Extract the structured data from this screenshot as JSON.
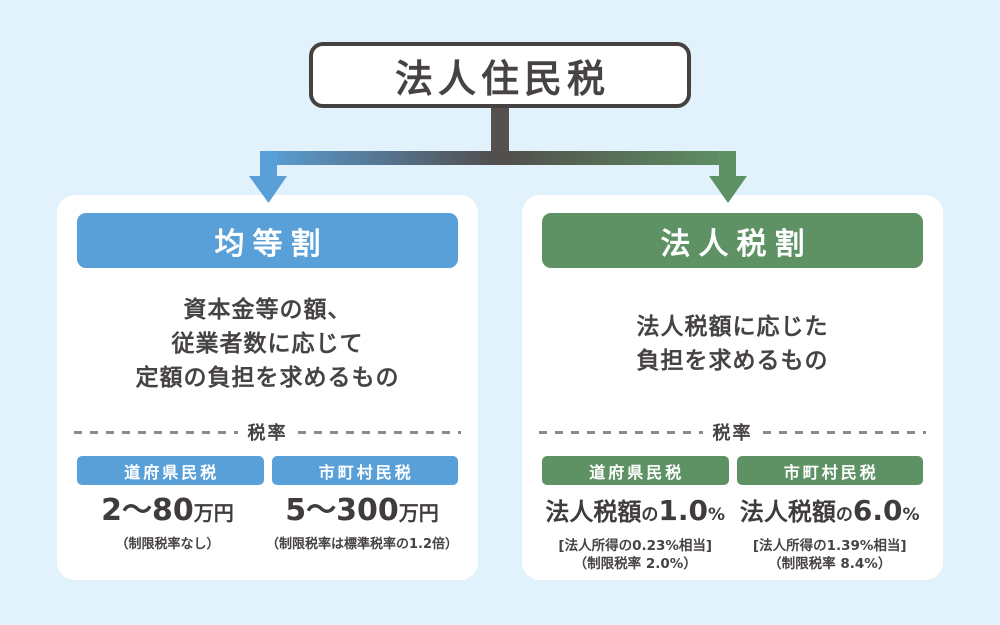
{
  "title": "法人住民税",
  "colors": {
    "background": "#e2f2fc",
    "card_background": "#ffffff",
    "accent_blue": "#5aa0d8",
    "accent_green": "#5e9264",
    "connector_dark": "#565150",
    "text_dark": "#474343",
    "dash_gray": "#8a8a8a"
  },
  "cards": [
    {
      "id": "kintowari",
      "header": "均等割",
      "description_lines": [
        "資本金等の額、",
        "従業者数に応じて",
        "定額の負担を求めるもの"
      ],
      "divider_label": "税率",
      "rates": [
        {
          "tag": "道府県民税",
          "value_big": "2〜80",
          "value_unit": "万円",
          "notes": [
            "（制限税率なし）"
          ]
        },
        {
          "tag": "市町村民税",
          "value_big": "5〜300",
          "value_unit": "万円",
          "notes": [
            "（制限税率は標準税率の1.2倍）"
          ]
        }
      ]
    },
    {
      "id": "hojinzeiwari",
      "header": "法人税割",
      "description_lines": [
        "法人税額に応じた",
        "負担を求めるもの"
      ],
      "divider_label": "税率",
      "rates": [
        {
          "tag": "道府県民税",
          "value_base": "法人税額",
          "value_particle": "の",
          "value_number": "1.0",
          "value_percent": "%",
          "notes": [
            "[法人所得の0.23%相当]",
            "（制限税率 2.0%）"
          ]
        },
        {
          "tag": "市町村民税",
          "value_base": "法人税額",
          "value_particle": "の",
          "value_number": "6.0",
          "value_percent": "%",
          "notes": [
            "[法人所得の1.39%相当]",
            "（制限税率 8.4%）"
          ]
        }
      ]
    }
  ]
}
